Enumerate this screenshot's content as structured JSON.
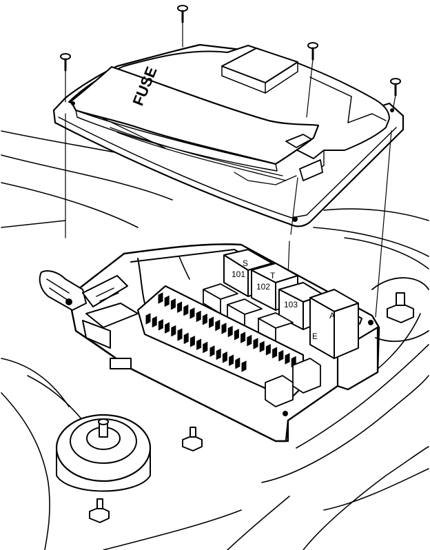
{
  "diagram": {
    "lid_label": "FUSE",
    "relays": [
      {
        "top": "S",
        "bottom": "101"
      },
      {
        "top": "T",
        "bottom": "102"
      },
      {
        "top": "",
        "bottom": "103"
      }
    ],
    "side_labels": [
      "A",
      "E"
    ],
    "colors": {
      "ink": "#000000",
      "paper": "#ffffff"
    }
  }
}
